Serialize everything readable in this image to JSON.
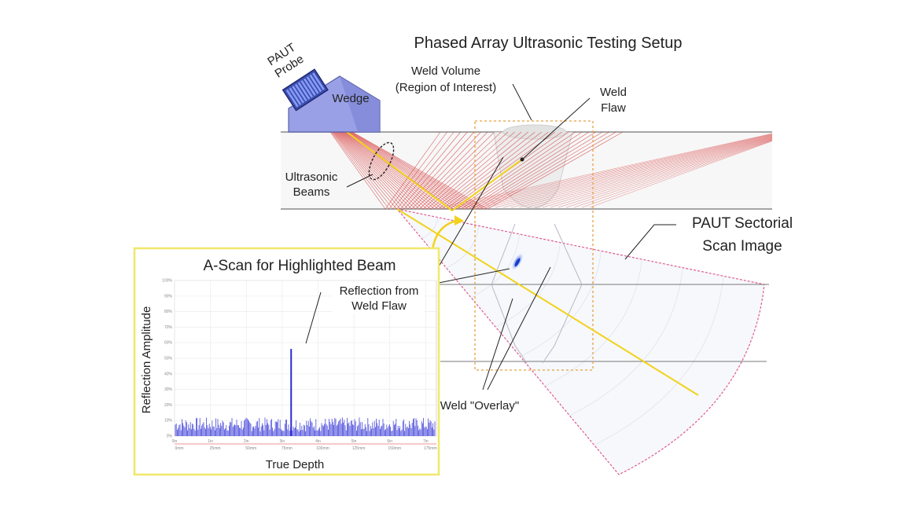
{
  "title": "Phased Array Ultrasonic Testing Setup",
  "labels": {
    "probe_line1": "PAUT",
    "probe_line2": "Probe",
    "wedge": "Wedge",
    "weld_volume_line1": "Weld Volume",
    "weld_volume_line2": "(Region of Interest)",
    "weld_flaw_line1": "Weld",
    "weld_flaw_line2": "Flaw",
    "beams_line1": "Ultrasonic",
    "beams_line2": "Beams",
    "sectorial_line1": "PAUT Sectorial",
    "sectorial_line2": "Scan Image",
    "reflection_line1": "Reflection from",
    "reflection_line2": "Weld Flaw",
    "overlay": "Weld \"Overlay\""
  },
  "ascan": {
    "title": "A-Scan for Highlighted Beam",
    "xlabel": "True Depth",
    "ylabel": "Reflection Amplitude",
    "y_ticks": [
      "0%",
      "10%",
      "20%",
      "30%",
      "40%",
      "50%",
      "60%",
      "70%",
      "80%",
      "90%",
      "100%"
    ],
    "x_ticks": [
      "0in",
      "1in",
      "2in",
      "3in",
      "4in",
      "5in",
      "6in",
      "7in"
    ],
    "x_ticks_mm": [
      "0mm",
      "25mm",
      "50mm",
      "75mm",
      "100mm",
      "125mm",
      "150mm",
      "175mm"
    ],
    "noise_level_percent": 12,
    "peak_percent": 56,
    "peak_position_in": 3.25
  },
  "colors": {
    "beam": "#d63a3a",
    "highlight_beam": "#f2d21b",
    "probe": "#3d4fb0",
    "wedge": "#9aa0e6",
    "ascan_frame": "#f0e86a",
    "signal": "#2b2bd6",
    "sector_outline": "#e05a90",
    "roi_box": "#e8a040"
  }
}
